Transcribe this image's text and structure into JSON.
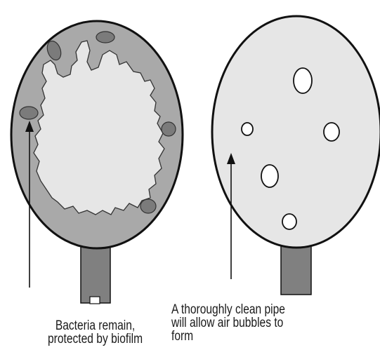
{
  "left_panel": {
    "caption_line1": "Bacteria remain,",
    "caption_line2": "protected by biofilm"
  },
  "right_panel": {
    "caption_line1": "A thoroughly clean pipe",
    "caption_line2": "will allow air bubbles to",
    "caption_line3": "form"
  },
  "colors": {
    "outline": "#111111",
    "biofilm": "#a9a9a9",
    "interior": "#e6e6e6",
    "bacteria": "#7b7b7b",
    "pipe": "#808080"
  }
}
